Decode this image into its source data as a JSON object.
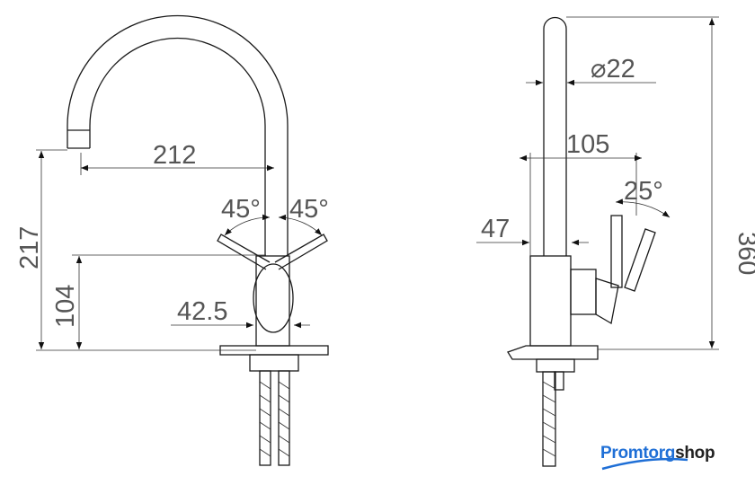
{
  "dimensions": {
    "spout_reach": "212",
    "height_to_spout": "217",
    "height_to_handle": "104",
    "body_diameter": "42.5",
    "handle_angle_left": "45°",
    "handle_angle_right": "45°",
    "pipe_diameter": "⌀22",
    "depth_total": "105",
    "depth_body": "47",
    "handle_tilt": "25°",
    "total_height": "360"
  },
  "logo": {
    "part1": "Promtorg",
    "part2": "shop",
    "color": "#1f6fd6"
  }
}
